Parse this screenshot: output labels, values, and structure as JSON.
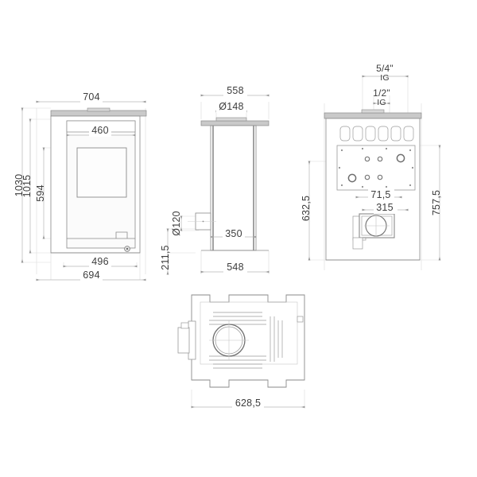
{
  "drawing": {
    "title": "Stove technical dimension drawing",
    "units": "mm",
    "line_color": "#7d7d7d",
    "dim_line_color": "#b6b6b6",
    "text_color": "#3d3d3d",
    "fill_color": "#ffffff",
    "top_plate_color": "#c9c9c9",
    "background": "#ffffff"
  },
  "views": {
    "front": {
      "name": "front-view",
      "dimensions": {
        "overall_width_top": "704",
        "door_width": "460",
        "body_width": "496",
        "base_width": "694",
        "total_height": "1030",
        "body_height": "1015",
        "door_height": "594"
      }
    },
    "side": {
      "name": "side-view",
      "dimensions": {
        "overall_depth": "558",
        "flue_diameter": "Ø148",
        "air_intake_diameter": "Ø120",
        "inner_depth": "350",
        "base_depth": "548",
        "air_intake_height": "211,5"
      }
    },
    "rear": {
      "name": "rear-view",
      "dimensions": {
        "upper_thread": "5/4\"",
        "upper_thread_sub": "IG",
        "lower_thread": "1/2\"",
        "lower_thread_sub": "IG",
        "port_spacing": "71,5",
        "plate_width": "315",
        "left_height": "632,5",
        "right_height": "757,5"
      }
    },
    "top": {
      "name": "top-view",
      "dimensions": {
        "overall_width": "628,5"
      }
    }
  }
}
